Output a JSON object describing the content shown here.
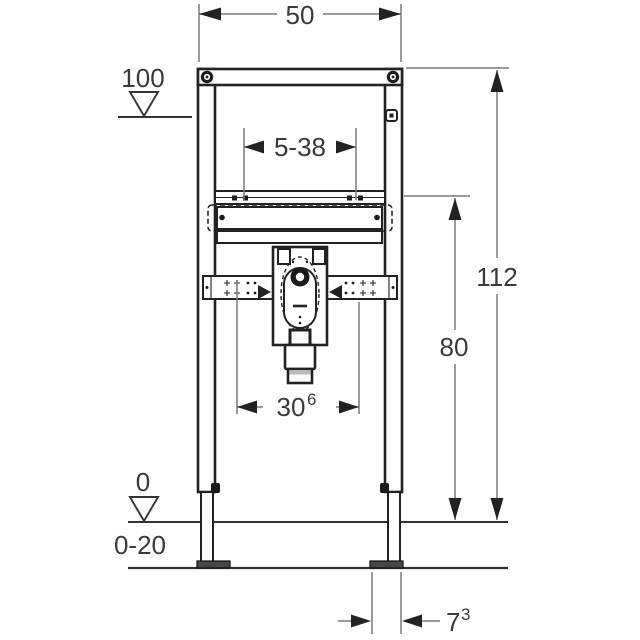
{
  "drawing": {
    "type": "installation-element-front-view",
    "colors": {
      "background": "#ffffff",
      "part_line": "#222222",
      "dimension_line": "#787878",
      "dimension_text": "#3a3a3a",
      "level_line": "#333333",
      "foot_plate_fill": "#474747",
      "pipe_shade": "#bbbbbb"
    },
    "dims": {
      "frame_width": {
        "value": "50"
      },
      "upper_level": {
        "value": "100"
      },
      "fixing_range": {
        "value": "5-38"
      },
      "total_height": {
        "value": "112"
      },
      "rail_height": {
        "value": "80"
      },
      "outlet_width": {
        "value": "30",
        "sup": "6"
      },
      "zero_level": {
        "value": "0"
      },
      "floor_buildup": {
        "value": "0-20"
      },
      "foot_depth": {
        "value": "7",
        "sup": "3"
      }
    }
  }
}
